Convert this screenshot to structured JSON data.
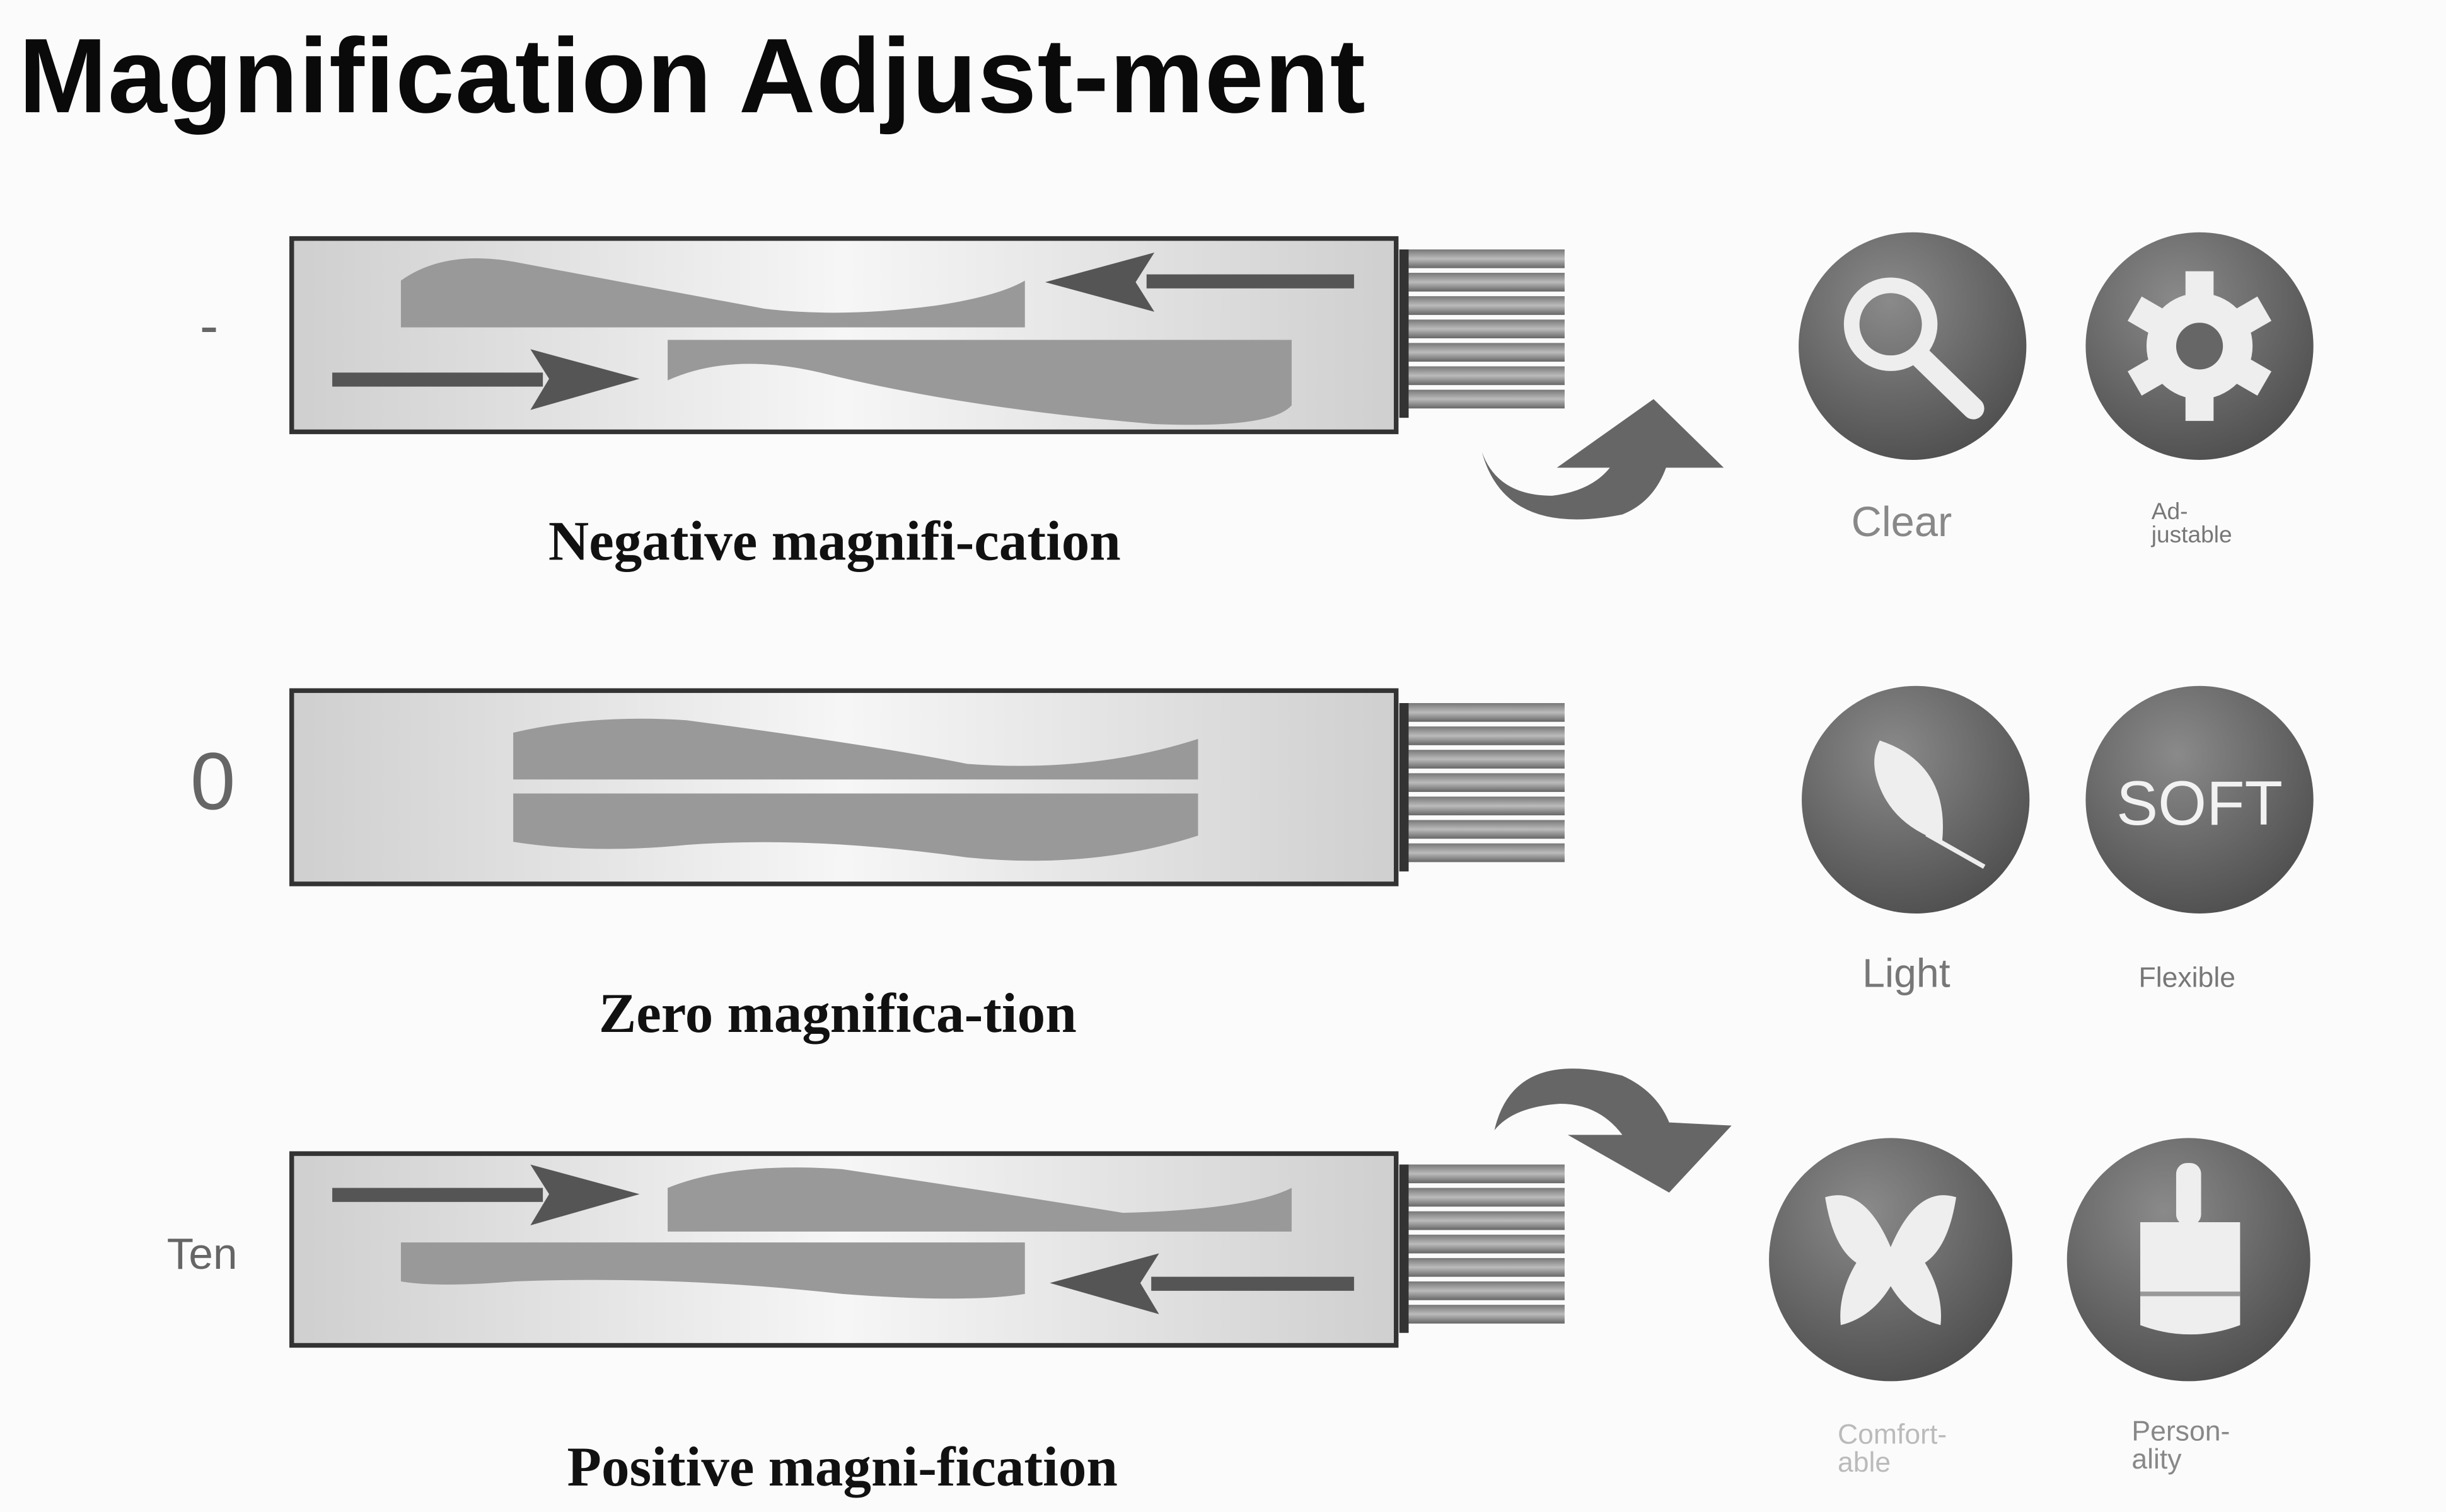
{
  "title": "Magnification Adjust-ment",
  "rows": [
    {
      "side_label": "-",
      "caption": "Negative magnifi-cation"
    },
    {
      "side_label": "0",
      "caption": "Zero magnifica-tion"
    },
    {
      "side_label": "Ten",
      "caption": "Positive magni-fication"
    }
  ],
  "features": [
    {
      "icon": "magnifier-icon",
      "label": "Clear"
    },
    {
      "icon": "gear-icon",
      "label_line1": "Ad-",
      "label_line2": "justable"
    },
    {
      "icon": "feather-icon",
      "label": "Light"
    },
    {
      "icon": "soft-text-icon",
      "icon_text": "SOFT",
      "label": "Flexible"
    },
    {
      "icon": "butterfly-icon",
      "label_line1": "Comfort-",
      "label_line2": "able"
    },
    {
      "icon": "paintbrush-icon",
      "label_line1": "Person-",
      "label_line2": "ality"
    }
  ],
  "colors": {
    "icon_bg": "#5f5f5f",
    "lens": "#999999",
    "arrow": "#555555"
  }
}
